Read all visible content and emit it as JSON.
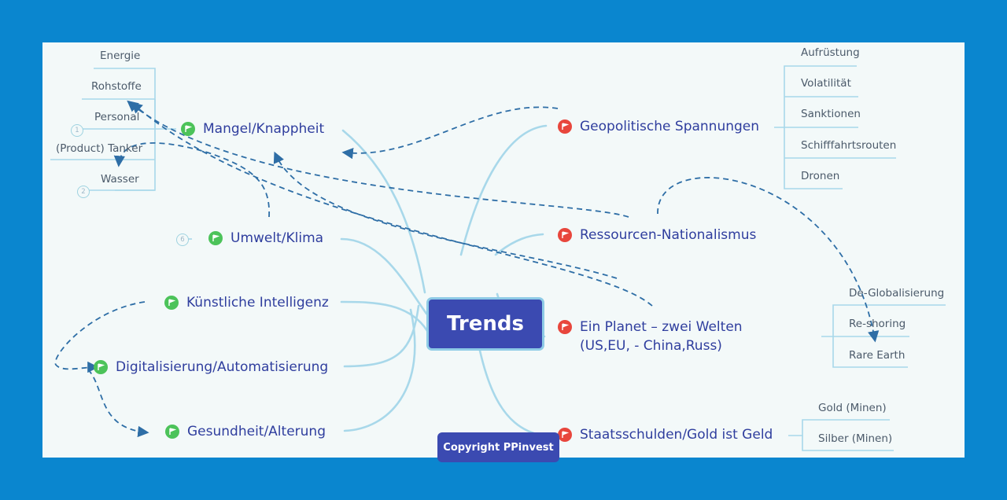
{
  "center": "Trends",
  "copyright": "Copyright PPinvest",
  "colors": {
    "frame": "#0a86cf",
    "node": "#3b4ab1",
    "link": "#a8d8ea",
    "arrow": "#2e6ea6",
    "flag_green": "#4cc35a",
    "flag_red": "#e8463c",
    "topic_text": "#2f3e9e"
  },
  "topics": {
    "mangel": "Mangel/Knappheit",
    "umwelt": "Umwelt/Klima",
    "ki": "Künstliche Intelligenz",
    "digital": "Digitalisierung/Automatisierung",
    "gesundheit": "Gesundheit/Alterung",
    "geo": "Geopolitische Spannungen",
    "ressourcen": "Ressourcen-Nationalismus",
    "planet": "Ein Planet – zwei Welten (US,EU, - China,Russ)",
    "staat": "Staatsschulden/Gold ist Geld"
  },
  "mangel_subs": [
    "Energie",
    "Rohstoffe",
    "Personal",
    "(Product) Tanker",
    "Wasser"
  ],
  "geo_subs": [
    "Aufrüstung",
    "Volatilität",
    "Sanktionen",
    "Schifffahrtsrouten",
    "Dronen"
  ],
  "planet_subs": [
    "De-Globalisierung",
    "Re-shoring",
    "Rare Earth"
  ],
  "staat_subs": [
    "Gold (Minen)",
    "Silber (Minen)"
  ],
  "badges": {
    "personal": "1",
    "wasser": "2",
    "umwelt": "6"
  }
}
